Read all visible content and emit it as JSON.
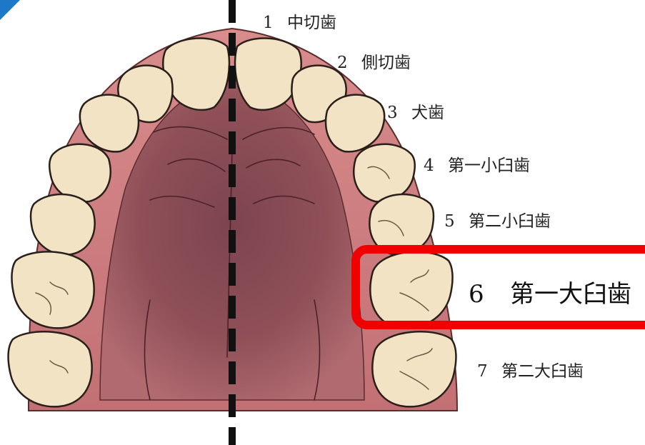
{
  "teeth": [
    {
      "number": "1",
      "name": "中切歯"
    },
    {
      "number": "2",
      "name": "側切歯"
    },
    {
      "number": "3",
      "name": "犬歯"
    },
    {
      "number": "4",
      "name": "第一小臼歯"
    },
    {
      "number": "5",
      "name": "第二小臼歯"
    },
    {
      "number": "6",
      "name": "第一大臼歯",
      "highlighted": true
    },
    {
      "number": "7",
      "name": "第二大臼歯"
    }
  ],
  "colors": {
    "highlight_box": "#f00000",
    "midline": "#111111",
    "gum": "#c77a7e",
    "palate": "#8e4f57",
    "tooth": "#f1e3c3",
    "tooth_outline": "#2a1f1a",
    "corner_mark": "#1e78c8"
  }
}
